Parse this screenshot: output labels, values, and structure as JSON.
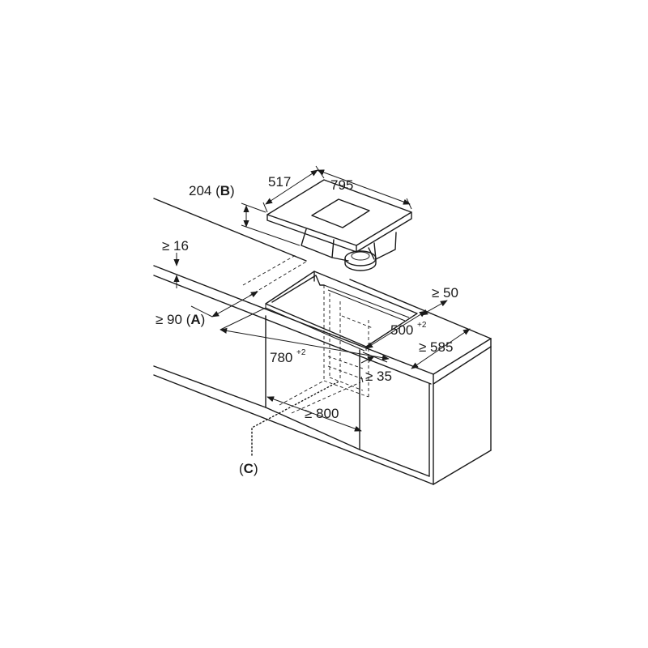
{
  "labels": {
    "cooktop_width": "795",
    "cooktop_depth": "517",
    "unit_height": "204",
    "unit_height_ref": "B",
    "worktop_thickness": "≥ 16",
    "front_distance": "≥ 90",
    "front_distance_ref": "A",
    "cutout_depth": "500",
    "cutout_depth_tol": "+2",
    "cutout_width": "780",
    "cutout_width_tol": "+2",
    "back_distance": "≥ 50",
    "worktop_depth": "≥ 585",
    "side_distance": "≥ 35",
    "cabinet_width": "≥ 800",
    "ref_c": "C"
  }
}
